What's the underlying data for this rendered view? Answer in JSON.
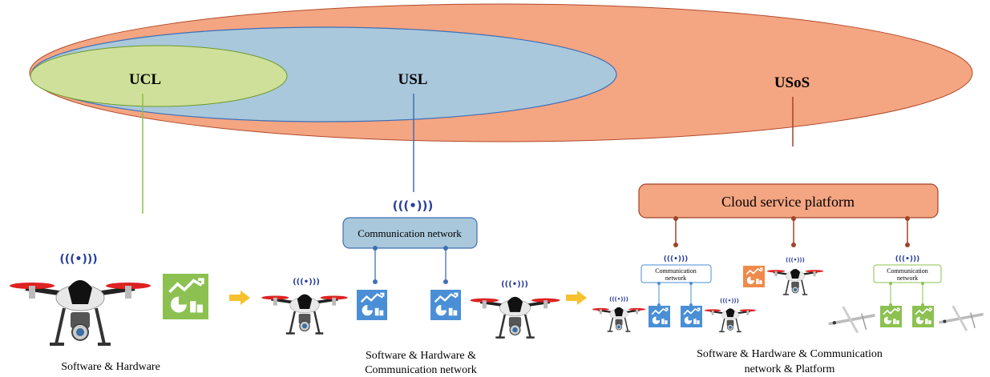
{
  "levels": {
    "ucl": "UCL",
    "usl": "USL",
    "usos": "USoS"
  },
  "boxes": {
    "comm_network": "Communication network",
    "comm_network_small_line1": "Communication",
    "comm_network_small_line2": "network",
    "cloud": "Cloud service platform"
  },
  "captions": {
    "stage1": "Software & Hardware",
    "stage2_line1": "Software & Hardware &",
    "stage2_line2": "Communication network",
    "stage3_line1": "Software & Hardware & Communication",
    "stage3_line2": "network & Platform"
  },
  "wifi_symbol": "(((•)))",
  "colors": {
    "usos_fill": "#f4a582",
    "usl_fill": "#a9c8dc",
    "ucl_fill": "#cfe09a",
    "ucl_line": "#8dbf4a",
    "usl_line": "#3f6fb5",
    "usos_line": "#a0442a",
    "arrow": "#f6c12d",
    "green_icon": "#8cc152",
    "blue_icon": "#4a8fd6",
    "orange_icon": "#ef8a4a"
  },
  "icons": [
    "drone-icon",
    "software-hardware-icon",
    "transition-arrow-icon",
    "wifi-signal-icon"
  ]
}
